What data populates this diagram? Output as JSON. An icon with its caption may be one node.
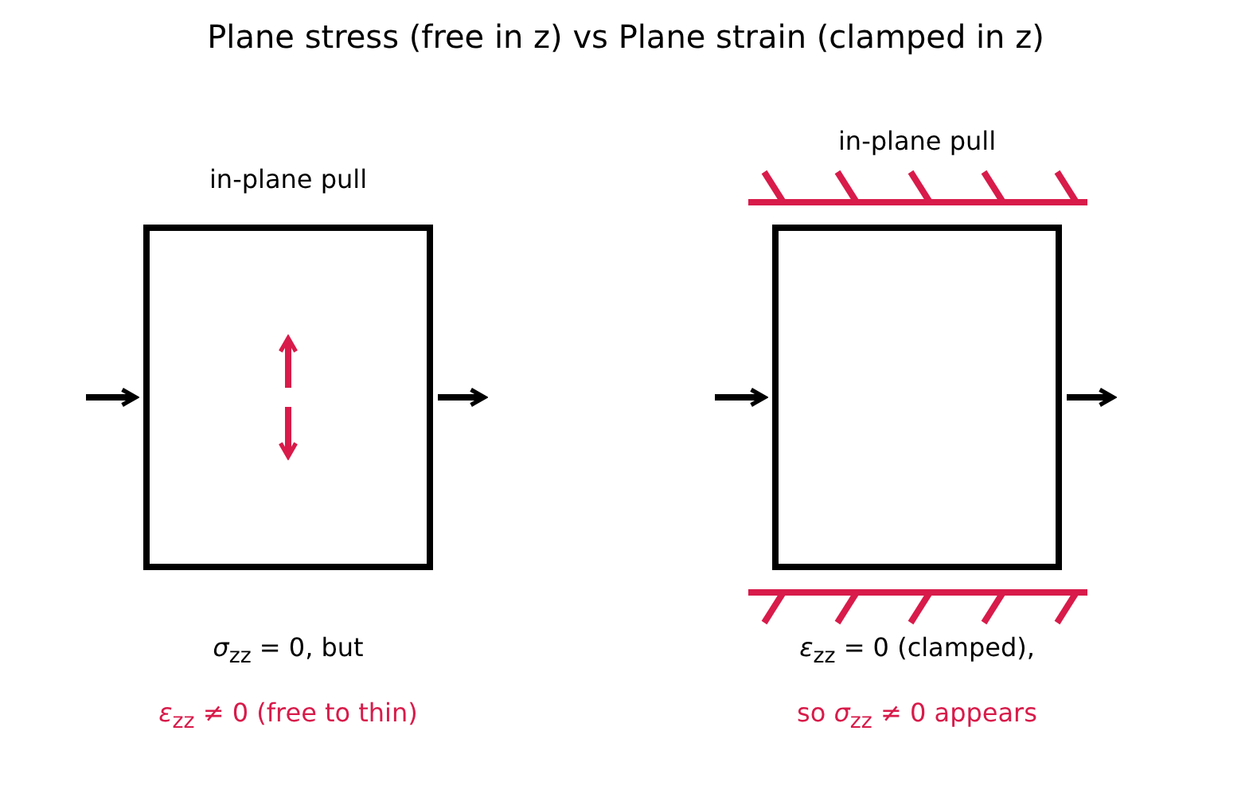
{
  "diagram": {
    "title": "Plane stress (free in z) vs Plane strain (clamped in z)",
    "nodes": [
      {
        "text": [
          "in-plane pull"
        ],
        "beside": [
          "*σ*$_{zz}$ = 0, but",
          "*ε*$_{zz}$ ≠ 0 (free to thin)"
        ]
      },
      {
        "text": [
          "in-plane pull"
        ],
        "beside": [
          "*ε*$_{zz}$ = 0 (clamped),",
          "so *σ*$_{zz}$ ≠ 0 appears"
        ]
      }
    ]
  }
}
